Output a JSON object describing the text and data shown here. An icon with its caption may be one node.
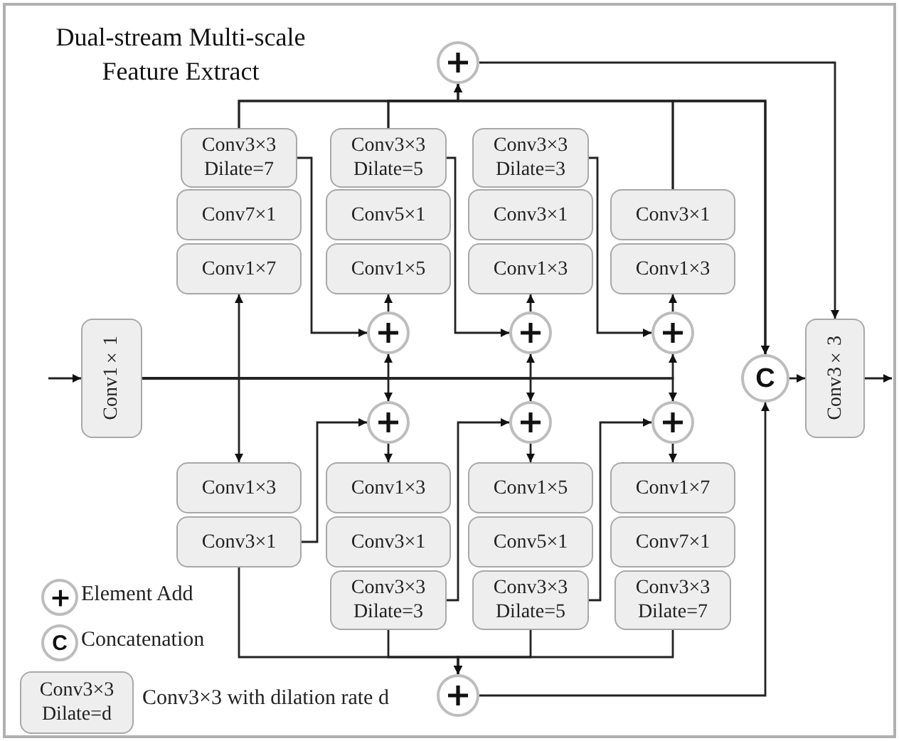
{
  "diagram": {
    "title": "Dual-stream Multi-scale Feature Extract",
    "nodes": [
      {
        "text": [],
        "shape": "circle"
      },
      {
        "text": [
          "Conv3×3 Dilate=7"
        ]
      },
      {
        "text": [
          "Conv3×3 Dilate=5"
        ]
      },
      {
        "text": [
          "Conv3×3 Dilate=3"
        ]
      },
      {
        "text": [
          "Conv7×1"
        ]
      },
      {
        "text": [
          "Conv5×1"
        ]
      },
      {
        "text": [
          "Conv3×1"
        ]
      },
      {
        "text": [
          "Conv3×1"
        ]
      },
      {
        "text": [
          "Conv1×7"
        ]
      },
      {
        "text": [
          "Conv1×5"
        ]
      },
      {
        "text": [
          "Conv1×3"
        ]
      },
      {
        "text": [
          "Conv1×3"
        ]
      },
      {
        "text": [],
        "shape": "circle"
      },
      {
        "text": [],
        "shape": "circle"
      },
      {
        "text": [],
        "shape": "circle"
      },
      {
        "text": [
          "Conv1×1"
        ]
      },
      {
        "text": [
          "C"
        ]
      },
      {
        "text": [
          "Conv3×3"
        ]
      },
      {
        "text": [],
        "shape": "circle"
      },
      {
        "text": [],
        "shape": "circle"
      },
      {
        "text": [],
        "shape": "circle"
      },
      {
        "text": [
          "Conv1×3"
        ]
      },
      {
        "text": [
          "Conv1×3"
        ]
      },
      {
        "text": [
          "Conv1×5"
        ]
      },
      {
        "text": [
          "Conv1×7"
        ]
      },
      {
        "text": [
          "Conv3×1"
        ]
      },
      {
        "text": [
          "Conv3×1"
        ]
      },
      {
        "text": [
          "Conv5×1"
        ]
      },
      {
        "text": [
          "Conv7×1"
        ]
      },
      {
        "text": [
          "Conv3×3 Dilate=3"
        ]
      },
      {
        "text": [
          "Conv3×3 Dilate=5"
        ]
      },
      {
        "text": [
          "Conv3×3 Dilate=7"
        ]
      },
      {
        "text": [],
        "shape": "circle"
      },
      {
        "text": [
          "Conv3×3 Dilate=d"
        ]
      }
    ],
    "edges": [
      {
        "from": null,
        "to": 15,
        "arrow": "to"
      },
      {
        "from": 15,
        "to": 8,
        "arrow": "to"
      },
      {
        "from": 15,
        "to": 21,
        "arrow": "to"
      },
      {
        "from": 15,
        "to": 12,
        "arrow": "to"
      },
      {
        "from": 15,
        "to": 13,
        "arrow": "to"
      },
      {
        "from": 15,
        "to": 14,
        "arrow": "to"
      },
      {
        "from": 15,
        "to": 18,
        "arrow": "to"
      },
      {
        "from": 15,
        "to": 19,
        "arrow": "to"
      },
      {
        "from": 15,
        "to": 20,
        "arrow": "to"
      },
      {
        "from": 1,
        "to": 12,
        "arrow": "to"
      },
      {
        "from": 2,
        "to": 13,
        "arrow": "to"
      },
      {
        "from": 3,
        "to": 14,
        "arrow": "to"
      },
      {
        "from": 12,
        "to": 9,
        "arrow": "to"
      },
      {
        "from": 13,
        "to": 10,
        "arrow": "to"
      },
      {
        "from": 14,
        "to": 11,
        "arrow": "to"
      },
      {
        "from": 1,
        "to": 0,
        "arrow": "to"
      },
      {
        "from": 2,
        "to": 0,
        "arrow": "to"
      },
      {
        "from": 7,
        "to": 0,
        "arrow": "to"
      },
      {
        "from": 1,
        "to": 16,
        "arrow": "to"
      },
      {
        "from": 2,
        "to": 16,
        "arrow": "to"
      },
      {
        "from": 7,
        "to": 16,
        "arrow": "to"
      },
      {
        "from": 0,
        "to": 17,
        "arrow": "to"
      },
      {
        "from": 16,
        "to": 17,
        "arrow": "to"
      },
      {
        "from": 17,
        "to": null,
        "arrow": "to"
      },
      {
        "from": 25,
        "to": 18,
        "arrow": "to"
      },
      {
        "from": 29,
        "to": 19,
        "arrow": "to"
      },
      {
        "from": 30,
        "to": 20,
        "arrow": "to"
      },
      {
        "from": 18,
        "to": 22,
        "arrow": "to"
      },
      {
        "from": 19,
        "to": 23,
        "arrow": "to"
      },
      {
        "from": 20,
        "to": 24,
        "arrow": "to"
      },
      {
        "from": 25,
        "to": 32,
        "arrow": "to"
      },
      {
        "from": 29,
        "to": 32,
        "arrow": "to"
      },
      {
        "from": 30,
        "to": 32,
        "arrow": "to"
      },
      {
        "from": 31,
        "to": 32,
        "arrow": "to"
      },
      {
        "from": 32,
        "to": 16,
        "arrow": "to"
      }
    ],
    "labels": [
      "C"
    ],
    "legend": [
      {
        "text": "Element Add"
      },
      {
        "text": "Concatenation"
      },
      {
        "text": "Conv3×3 with dilation rate d"
      }
    ]
  }
}
